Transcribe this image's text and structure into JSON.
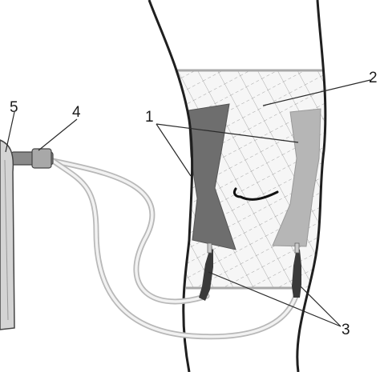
{
  "diagram": {
    "labels": {
      "l1": "1",
      "l2": "2",
      "l3": "3",
      "l4": "4",
      "l5": "5"
    }
  }
}
